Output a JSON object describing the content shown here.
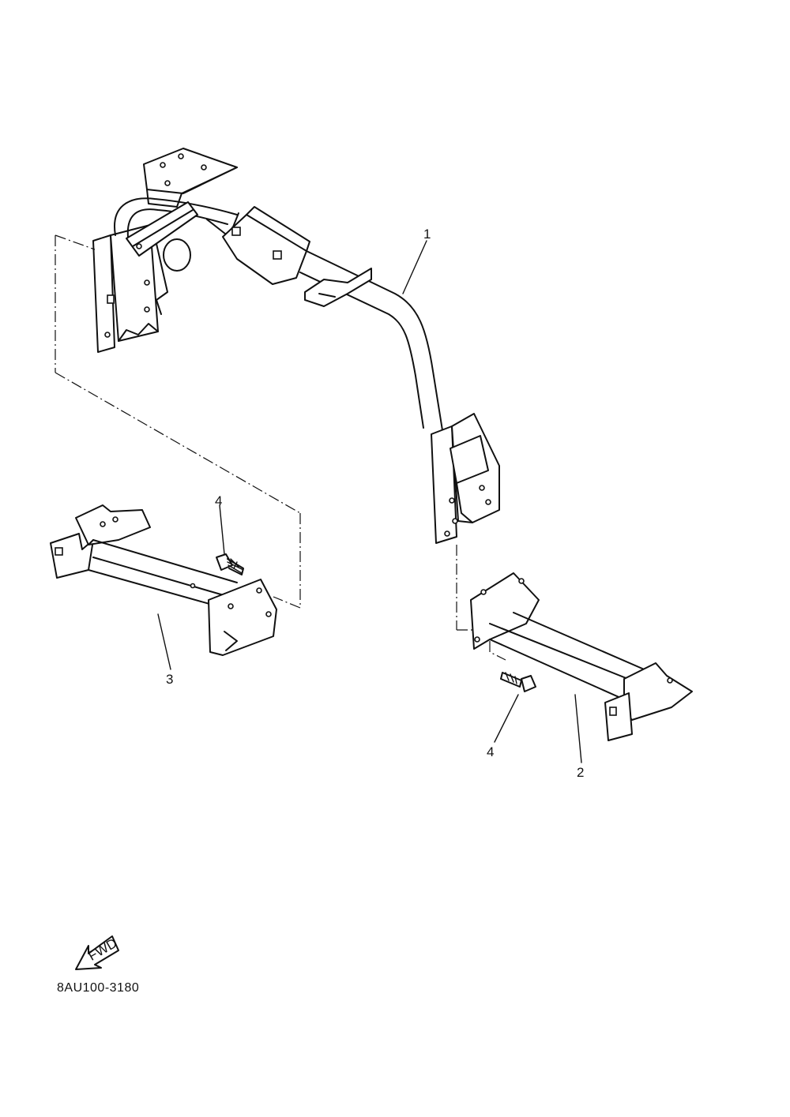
{
  "diagram": {
    "callouts": [
      {
        "id": "1",
        "label": "1"
      },
      {
        "id": "2",
        "label": "2"
      },
      {
        "id": "3",
        "label": "3"
      },
      {
        "id": "4a",
        "label": "4"
      },
      {
        "id": "4b",
        "label": "4"
      }
    ],
    "fwd_label": "FWD",
    "catalog_code": "8AU100-3180"
  },
  "colors": {
    "line": "#111111",
    "background": "#ffffff"
  }
}
